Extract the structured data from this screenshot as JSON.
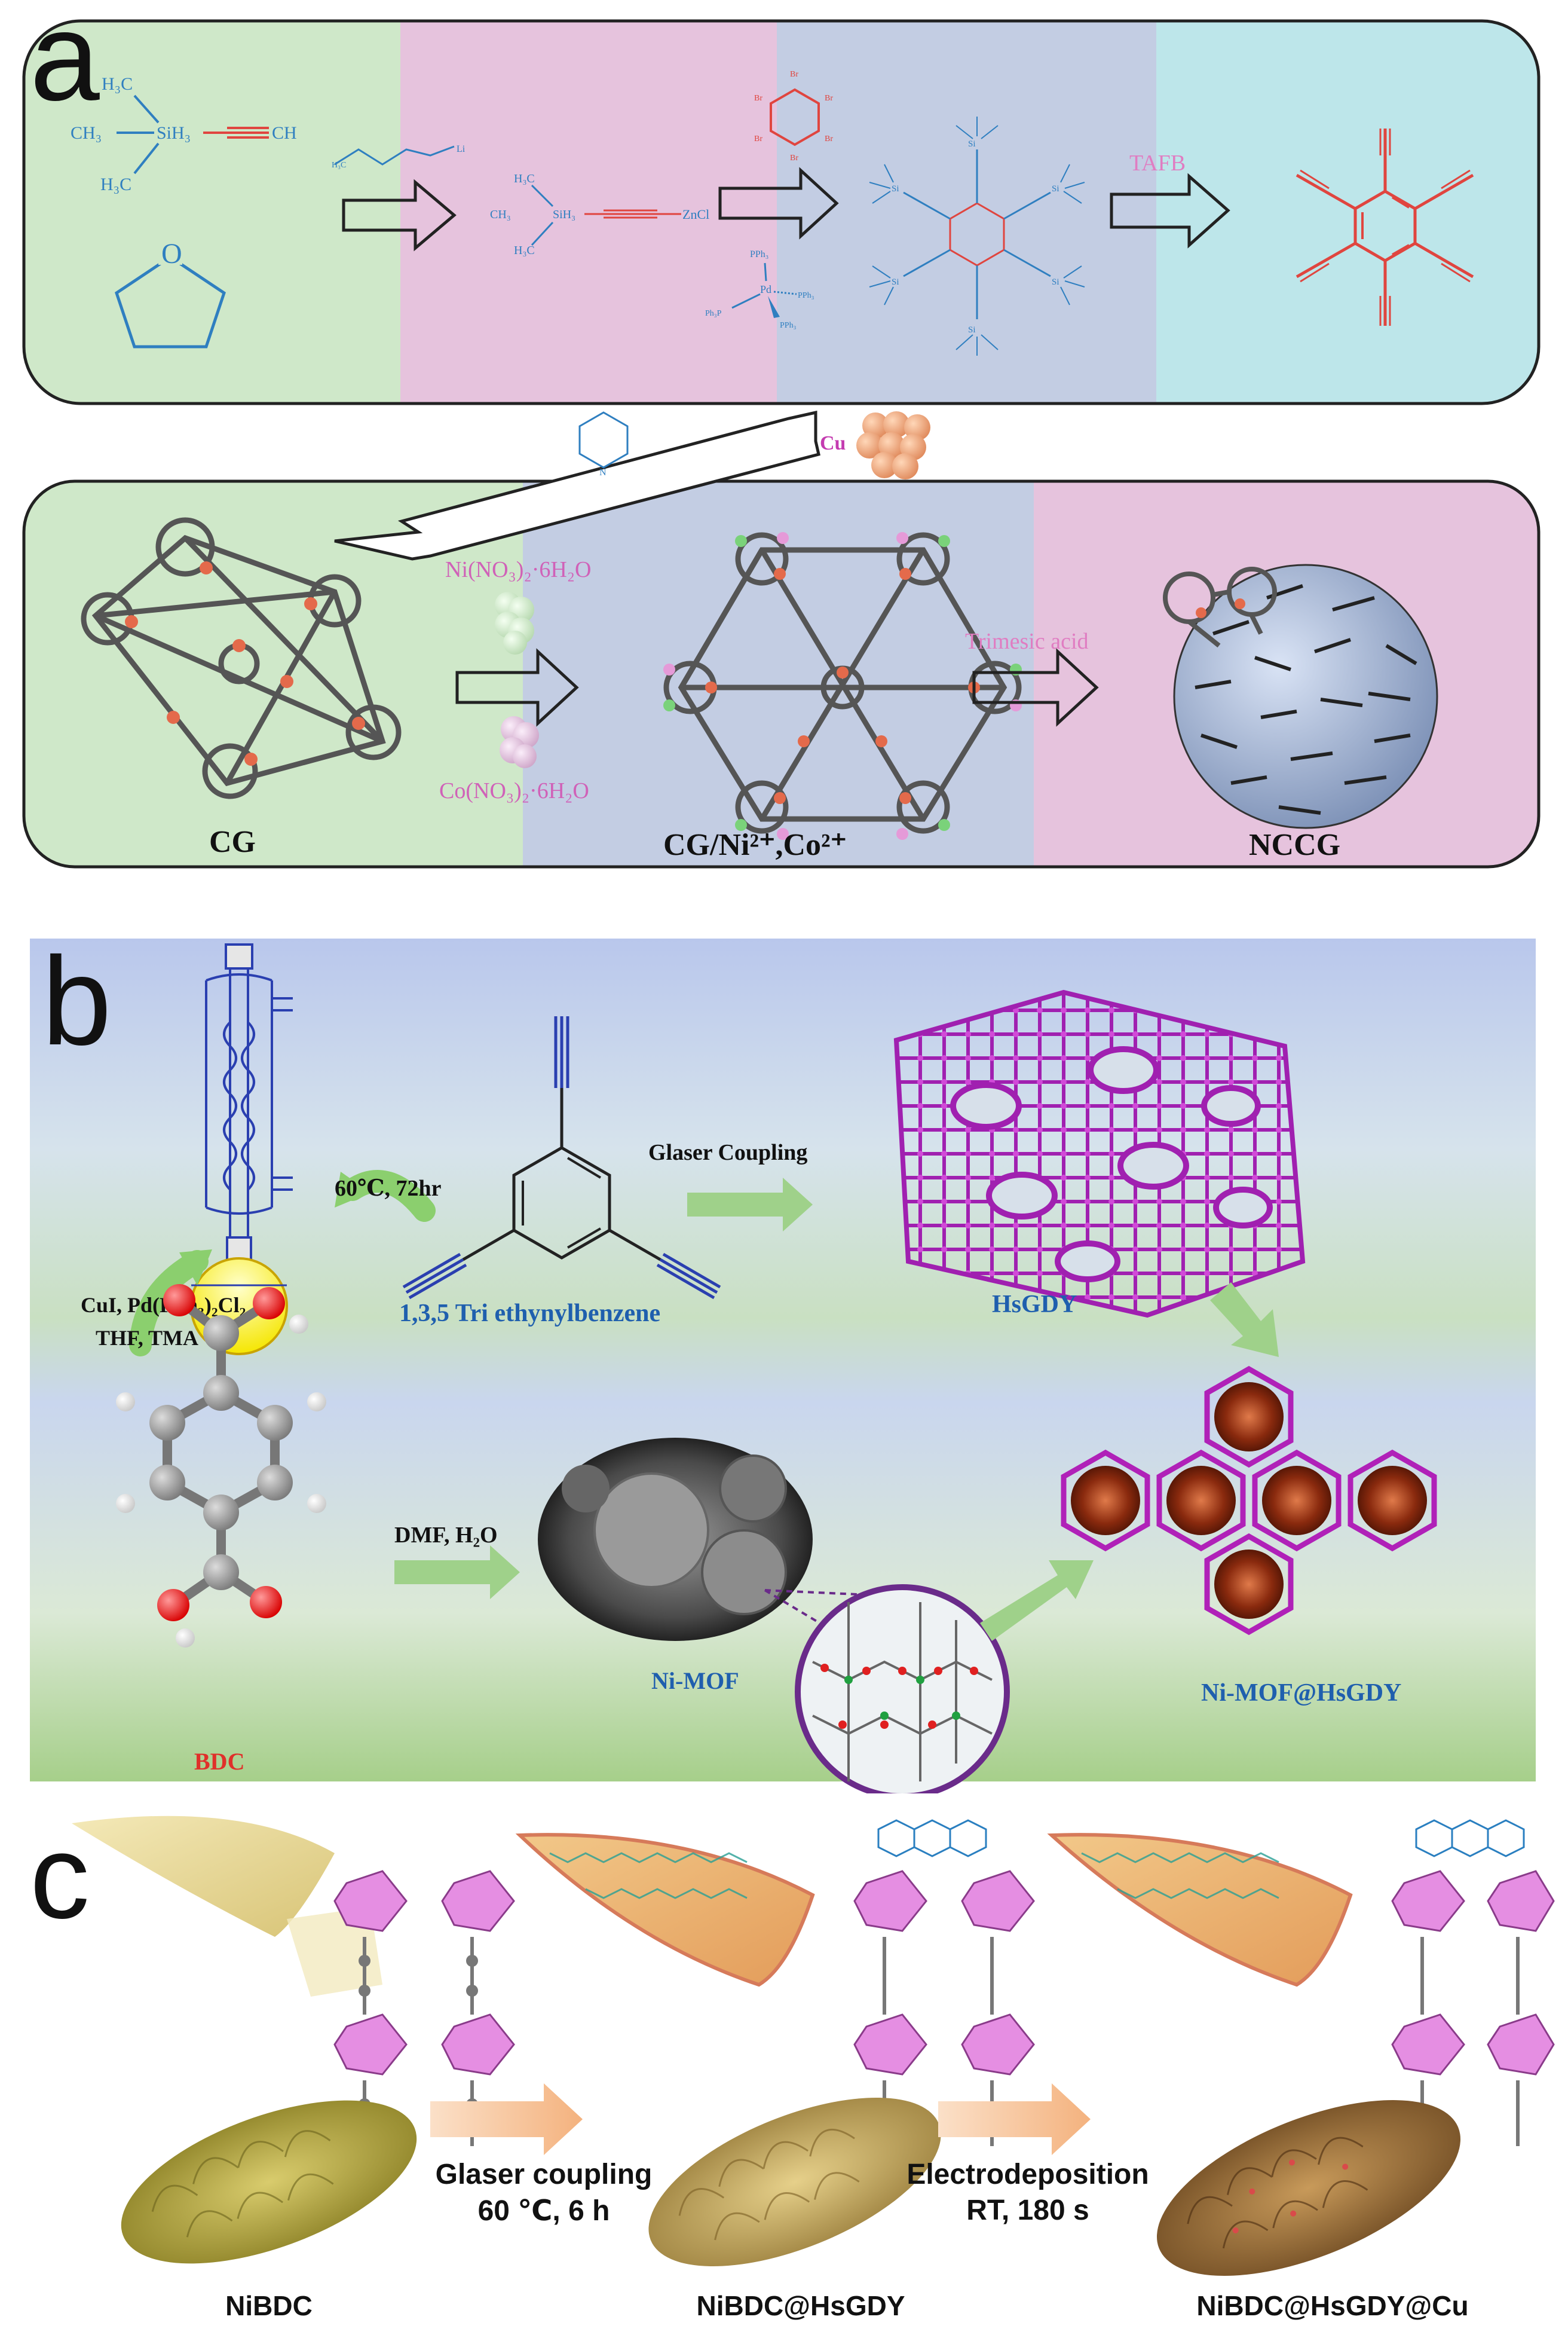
{
  "panel_a": {
    "letter": "a",
    "tafb": "TAFB",
    "cu": "Cu",
    "ni_salt": "Ni(NO₃)₂·6H₂O",
    "co_salt": "Co(NO₃)₂·6H₂O",
    "trimesic": "Trimesic acid",
    "cg": "CG",
    "cg_ion": "CG/Ni²⁺,Co²⁺",
    "nccg": "NCCG",
    "chem": {
      "h3c": "H₃C",
      "ch3": "CH₃",
      "sih3": "SiH₃",
      "ch": "CH",
      "o": "O",
      "li": "Li",
      "zncl": "ZnCl",
      "pd": "Pd",
      "pph3": "PPh₃",
      "ph3p": "Ph₃P",
      "br": "Br",
      "si": "Si"
    }
  },
  "panel_b": {
    "letter": "b",
    "temp_time": "60℃, 72hr",
    "glaser": "Glaser Coupling",
    "reagents_1": "CuI, Pd(PPh₃)₂Cl₂",
    "reagents_2": "THF, TMA",
    "monomer": "1,3,5 Tri ethynylbenzene",
    "hsgdy": "HsGDY",
    "dmf": "DMF, H₂O",
    "bdc": "BDC",
    "nimof": "Ni-MOF",
    "composite": "Ni-MOF@HsGDY"
  },
  "panel_c": {
    "letter": "c",
    "step1_line1": "Glaser coupling",
    "step1_line2": "60 ℃, 6 h",
    "step2_line1": "Electrodeposition",
    "step2_line2": "RT, 180 s",
    "label1": "NiBDC",
    "label2": "NiBDC@HsGDY",
    "label3": "NiBDC@HsGDY@Cu"
  },
  "colors": {
    "green_band": "#cfe8c9",
    "pink_band": "#e6c3dd",
    "blue_band": "#c3cde3",
    "cyan_band": "#bde6ea",
    "chem_blue": "#2f7fc0",
    "chem_red": "#e0453f",
    "magenta": "#b021b8",
    "arrow_green": "#9fd18a",
    "label_blue": "#1f5fae",
    "label_red": "#e0302a",
    "pink_text": "#e07dc2",
    "peach_arrow": "#f6c6a3"
  }
}
